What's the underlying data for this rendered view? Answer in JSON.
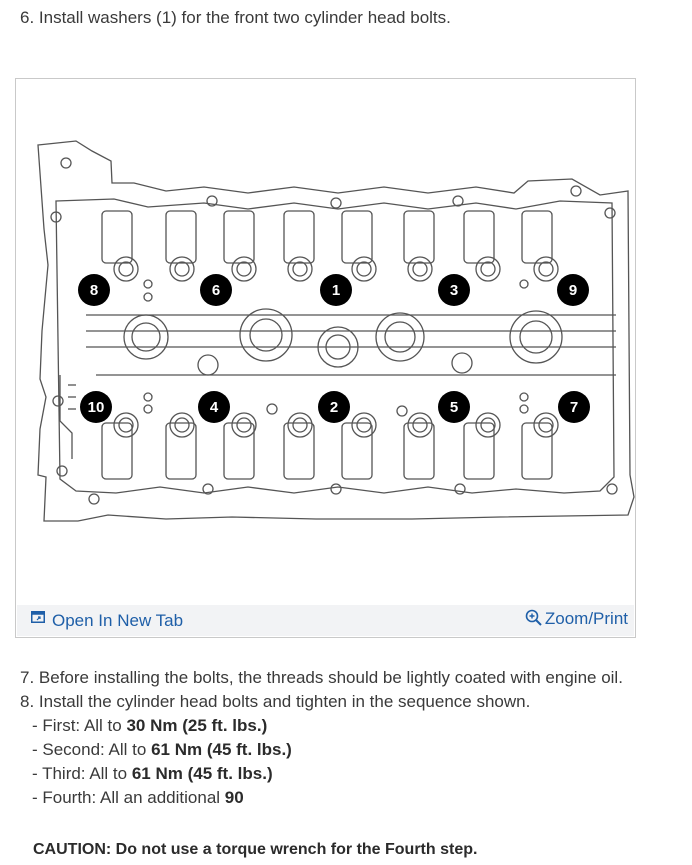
{
  "step6": "6. Install washers (1) for the front two cylinder head bolts.",
  "figure": {
    "bolt_labels": [
      "8",
      "6",
      "1",
      "3",
      "9",
      "10",
      "4",
      "2",
      "5",
      "7"
    ],
    "open_tab_label": "Open In New Tab",
    "zoom_print_label": "Zoom/Print",
    "icons": {
      "open_tab": "external-tab-icon",
      "zoom": "magnifier-zoom-icon"
    }
  },
  "steps": {
    "step7": "7. Before installing the bolts, the threads should be lightly coated with engine oil.",
    "step8": "8. Install the cylinder head bolts and tighten in the sequence shown.",
    "sub": [
      {
        "prefix": "- First: All to ",
        "value": "30 Nm (25 ft. lbs.)"
      },
      {
        "prefix": "- Second: All to ",
        "value": "61 Nm (45 ft. lbs.)"
      },
      {
        "prefix": "- Third: All to ",
        "value": "61 Nm (45 ft. lbs.)"
      },
      {
        "prefix": "- Fourth: All an additional ",
        "value": "90"
      }
    ]
  },
  "caution": "CAUTION: Do not use a torque wrench for the Fourth step.",
  "colors": {
    "link": "#1f5fa8",
    "text": "#3a3a3a",
    "bar": "#f2f3f5",
    "marker": "#000000"
  }
}
